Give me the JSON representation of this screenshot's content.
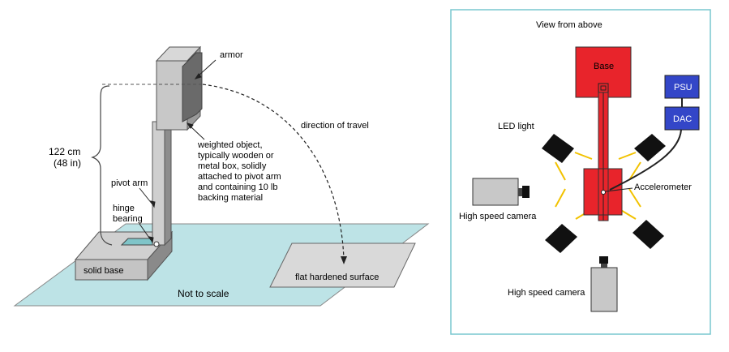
{
  "left_diagram": {
    "labels": {
      "armor": "armor",
      "direction": "direction of travel",
      "weighted_object": [
        "weighted object,",
        "typically wooden or",
        "metal box, solidly",
        "attached to pivot arm",
        "and containing 10 lb",
        "backing material"
      ],
      "height_cm": "122 cm",
      "height_in": "(48 in)",
      "pivot_arm": "pivot arm",
      "hinge_bearing": [
        "hinge",
        "bearing"
      ],
      "solid_base": "solid base",
      "flat_surface": "flat hardened surface",
      "not_to_scale": "Not to scale"
    },
    "colors": {
      "floor": "#bde3e6",
      "box_front": "#bfbfbf",
      "box_side": "#7f7f7f",
      "hinge_plate": "#7fc4c8"
    }
  },
  "right_diagram": {
    "title": "View from above",
    "labels": {
      "base": "Base",
      "psu": "PSU",
      "dac": "DAC",
      "led_light": "LED light",
      "accelerometer": "Accelerometer",
      "camera_left": "High speed camera",
      "camera_bottom": "High speed camera"
    },
    "colors": {
      "red": "#e8242b",
      "blue": "#3346c8",
      "frame": "#78c7cf",
      "light_beam": "#f2c200",
      "camera": "#c8c8c8",
      "lamp": "#111111"
    }
  }
}
